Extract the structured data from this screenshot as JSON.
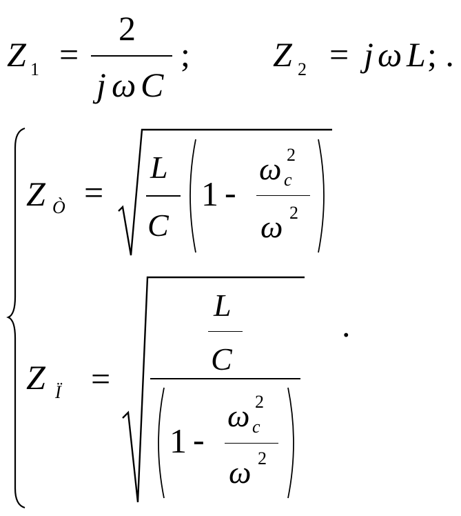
{
  "line1": {
    "z1": {
      "sym": "Z",
      "sub": "1",
      "eq": "=",
      "num": "2",
      "den_j": "j",
      "den_w": "ω",
      "den_c": "C",
      "sep": ";"
    },
    "z2": {
      "sym": "Z",
      "sub": "2",
      "eq": "=",
      "j": "j",
      "w": "ω",
      "l": "L",
      "tail": "; ."
    }
  },
  "system": {
    "row1": {
      "sym": "Z",
      "sub": "Ò",
      "eq": "=",
      "frac_num": "L",
      "frac_den": "C",
      "one": "1",
      "minus": "-",
      "w_num": "ω",
      "w_num_sub": "c",
      "w_num_sup": "2",
      "w_den": "ω",
      "w_den_sup": "2"
    },
    "row2": {
      "sym": "Z",
      "sub": "Ï",
      "eq": "=",
      "frac_num": "L",
      "frac_den": "C",
      "one": "1",
      "minus": "-",
      "w_num": "ω",
      "w_num_sub": "c",
      "w_num_sup": "2",
      "w_den": "ω",
      "w_den_sup": "2"
    },
    "period": "."
  }
}
